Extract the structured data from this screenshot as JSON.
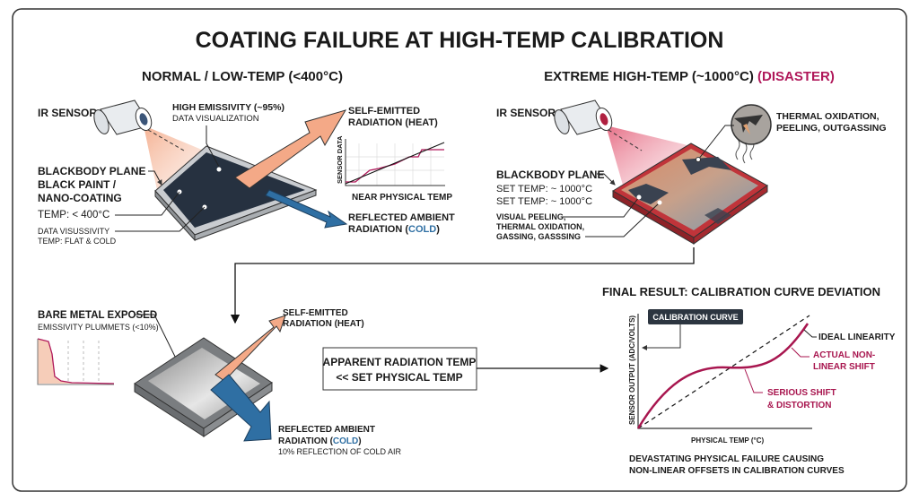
{
  "title": "COATING FAILURE AT HIGH-TEMP CALIBRATION",
  "colors": {
    "accent": "#b0185a",
    "cold": "#2f6fa3",
    "heat": "#f4a987",
    "plate": "#263140",
    "hot_plate": "#c0343a"
  },
  "normal": {
    "heading": "NORMAL / LOW-TEMP (<400°C)",
    "ir_sensor": "IR SENSOR",
    "emissivity": "HIGH EMISSIVITY (~95%)",
    "emissivity_sub": "DATA VISUALIZATION",
    "plane_lines": [
      "BLACKBODY PLANE",
      "BLACK PAINT /",
      "NANO-COATING"
    ],
    "temp": "TEMP: < 400°C",
    "visussivity": [
      "DATA VISUSSIVITY",
      "TEMP: FLAT & COLD"
    ],
    "self_emitted": [
      "SELF-EMITTED",
      "RADIATION (HEAT)"
    ],
    "mini_chart_ylabel": "SENSOR DATA",
    "mini_chart_xlabel": "NEAR PHYSICAL TEMP",
    "reflected": [
      "REFLECTED AMBIENT",
      "RADIATION ("
    ],
    "cold": "COLD",
    "close_paren": ")"
  },
  "extreme": {
    "heading": "EXTREME HIGH-TEMP (~1000°C) ",
    "heading_accent": "(DISASTER)",
    "ir_sensor": "IR SENSOR",
    "oxidation": [
      "THERMAL OXIDATION,",
      "PEELING, OUTGASSING"
    ],
    "plane": "BLACKBODY PLANE",
    "set_temp": [
      "SET TEMP: ~ 1000°C",
      "SET TEMP: ~ 1000°C"
    ],
    "peeling": [
      "VISUAL PEELING,",
      "THERMAL OXIDATION,",
      "GASSING, GASSSING"
    ]
  },
  "failure": {
    "bare_metal": "BARE METAL EXPOSED",
    "plummets": "EMISSIVITY PLUMMETS (<10%)",
    "self_emitted": [
      "SELF-EMITTED",
      "RADIATION (HEAT)"
    ],
    "reflected": [
      "REFLECTED AMBIENT",
      "RADIATION ("
    ],
    "cold": "COLD",
    "close_paren": ")",
    "reflection_note": "10% REFLECTION OF COLD AIR",
    "apparent": [
      "APPARENT RADIATION TEMP",
      "<< SET PHYSICAL TEMP"
    ]
  },
  "final": {
    "heading": "FINAL RESULT: CALIBRATION CURVE DEVIATION",
    "badge": "CALIBRATION CURVE",
    "ylabel": "SENSOR OUTPUT (ADC/VOLTS)",
    "xlabel": "PHYSICAL TEMP (°C)",
    "ideal": "IDEAL LINEARITY",
    "actual": [
      "ACTUAL NON-",
      "LINEAR SHIFT"
    ],
    "serious": [
      "SERIOUS SHIFT",
      "& DISTORTION"
    ],
    "conclusion": [
      "DEVASTATING PHYSICAL FAILURE CAUSING",
      "NON-LINEAR OFFSETS IN CALIBRATION CURVES"
    ]
  }
}
